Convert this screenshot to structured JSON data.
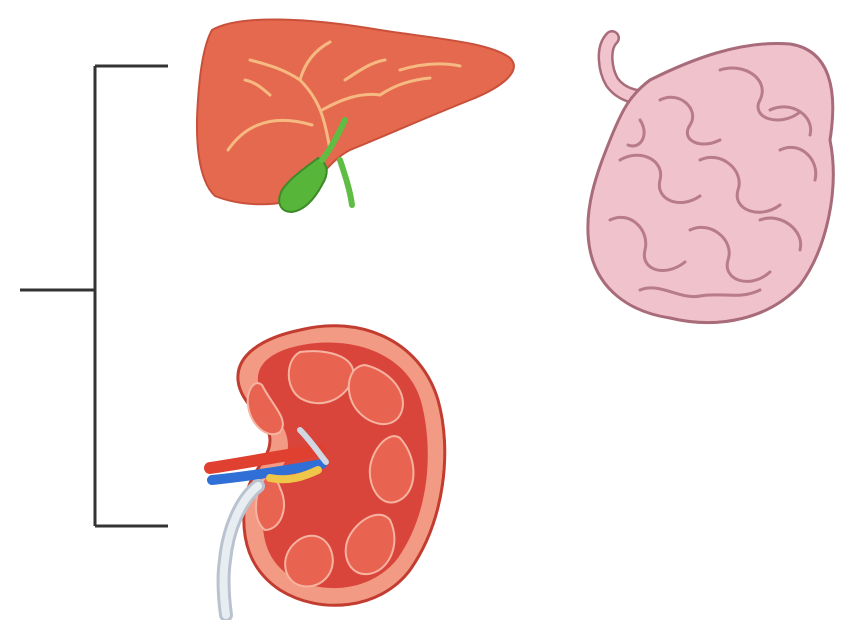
{
  "figure": {
    "background": "#ffffff",
    "bracket_color": "#333333",
    "organs": [
      {
        "id": "liver",
        "icon": "liver-icon",
        "color": "#e56a4f",
        "accent": "#f3b27c",
        "gallbladder_color": "#58b43a"
      },
      {
        "id": "kidney",
        "icon": "kidney-icon",
        "color": "#d9483e",
        "cortex": "#f29a84",
        "vessel_colors": [
          "#e0402f",
          "#2f6fd6",
          "#f0c64a",
          "#cfd8e3"
        ]
      },
      {
        "id": "small-intestine",
        "icon": "small-intestine-icon",
        "color": "#f0c2cc",
        "outline": "#a86b7a"
      }
    ]
  }
}
